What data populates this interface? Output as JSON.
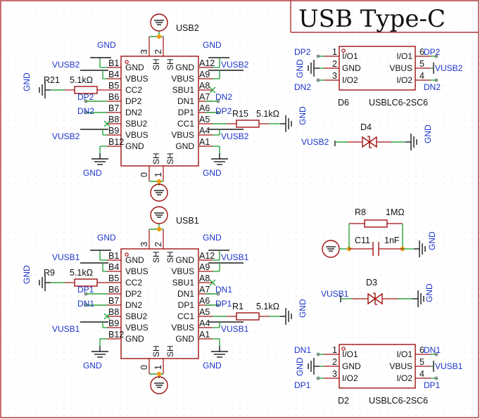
{
  "title": "USB Type-C",
  "nets": {
    "gnd": "GND",
    "vusb1": "VUSB1",
    "vusb2": "VUSB2",
    "dp1": "DP1",
    "dn1": "DN1",
    "dp2": "DP2",
    "dn2": "DN2"
  },
  "connector_top": {
    "designator": "USB2",
    "left_pins": [
      {
        "num": "B1",
        "name": "GND"
      },
      {
        "num": "B4",
        "name": "VBUS"
      },
      {
        "num": "B5",
        "name": "CC2"
      },
      {
        "num": "B6",
        "name": "DP2"
      },
      {
        "num": "B7",
        "name": "DN2"
      },
      {
        "num": "B8",
        "name": "SBU2"
      },
      {
        "num": "B9",
        "name": "VBUS"
      },
      {
        "num": "B12",
        "name": "GND"
      }
    ],
    "right_pins": [
      {
        "num": "A12",
        "name": "GND"
      },
      {
        "num": "A9",
        "name": "VBUS"
      },
      {
        "num": "A8",
        "name": "SBU1"
      },
      {
        "num": "A7",
        "name": "DN1"
      },
      {
        "num": "A6",
        "name": "DP1"
      },
      {
        "num": "A5",
        "name": "CC1"
      },
      {
        "num": "A4",
        "name": "VBUS"
      },
      {
        "num": "A1",
        "name": "GND"
      }
    ],
    "shield_top": [
      "3",
      "SH",
      "2",
      "SH"
    ],
    "shield_bottom": [
      "0",
      "SH",
      "1",
      "SH"
    ]
  },
  "connector_bottom": {
    "designator": "USB1"
  },
  "resistors": {
    "r21": {
      "designator": "R21",
      "value": "5.1kΩ"
    },
    "r15": {
      "designator": "R15",
      "value": "5.1kΩ"
    },
    "r9": {
      "designator": "R9",
      "value": "5.1kΩ"
    },
    "r1": {
      "designator": "R1",
      "value": "5.1kΩ"
    },
    "r8": {
      "designator": "R8",
      "value": "1MΩ"
    }
  },
  "capacitor": {
    "designator": "C11",
    "value": "1nF"
  },
  "diodes": {
    "d4": {
      "designator": "D4"
    },
    "d3": {
      "designator": "D3"
    }
  },
  "tvs_top": {
    "designator": "D6",
    "part": "USBLC6-2SC6",
    "left": [
      {
        "num": "1",
        "name": "I/O1"
      },
      {
        "num": "2",
        "name": "GND"
      },
      {
        "num": "3",
        "name": "I/O2"
      }
    ],
    "right": [
      {
        "num": "6",
        "name": "I/O1"
      },
      {
        "num": "5",
        "name": "VBUS"
      },
      {
        "num": "4",
        "name": "I/O2"
      }
    ]
  },
  "tvs_bottom": {
    "designator": "D2",
    "part": "USBLC6-2SC6"
  },
  "colors": {
    "component": "#a01010",
    "wire": "#2aa43a",
    "net_label": "#1a33cc",
    "junction": "#f39c12"
  }
}
